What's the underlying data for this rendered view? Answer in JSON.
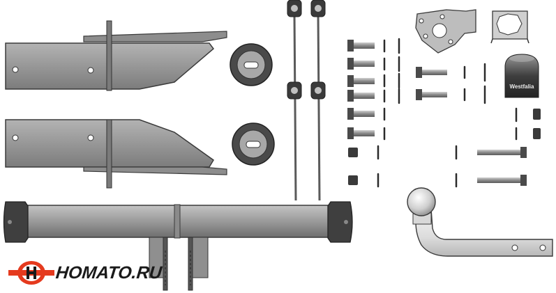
{
  "image": {
    "subject": "tow bar kit components",
    "background": "#ffffff"
  },
  "logo": {
    "text": "HOMATO.RU",
    "colors": {
      "red": "#e53a1e",
      "dark": "#1a1a1a"
    }
  },
  "socket_cover": {
    "text": "Westfalia"
  },
  "colors": {
    "steel_fill": "#9a9a9a",
    "steel_dark": "#3a3a3a",
    "steel_light": "#c9c9c9",
    "chrome": "#e6e6e6"
  }
}
